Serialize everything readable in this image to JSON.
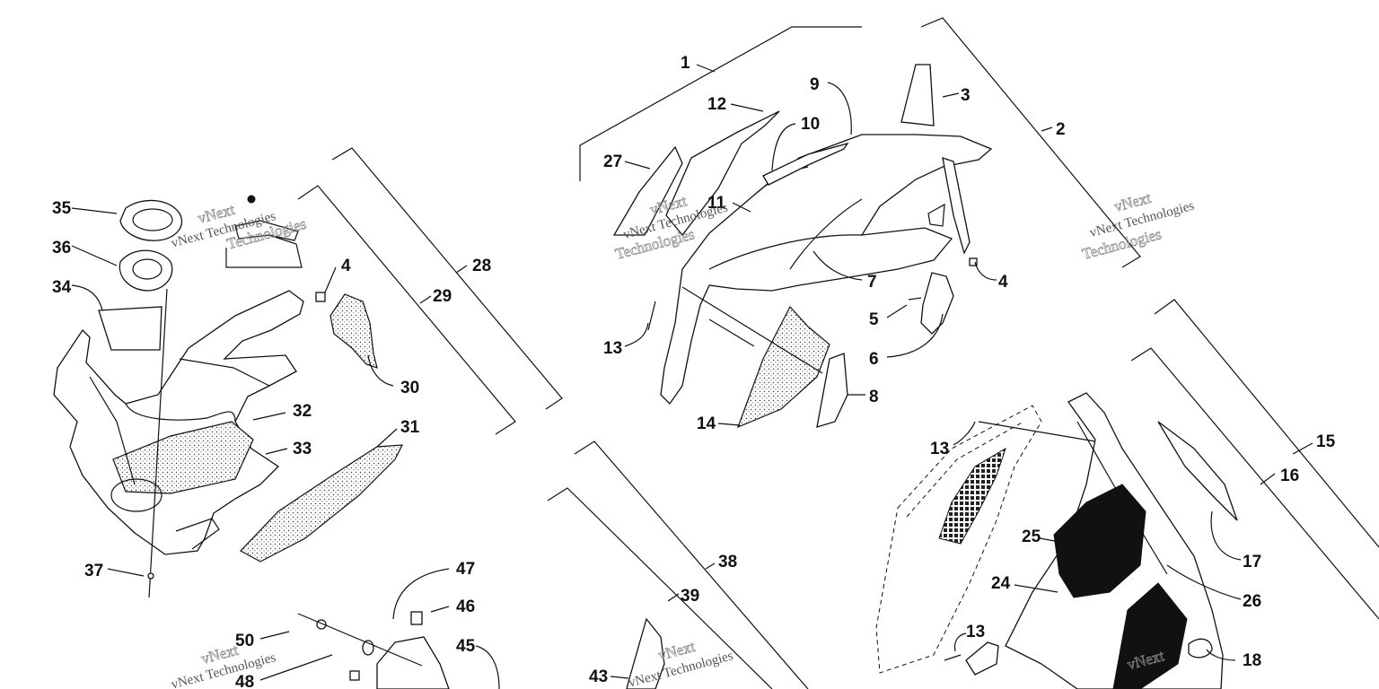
{
  "callouts": [
    {
      "n": "1"
    },
    {
      "n": "2"
    },
    {
      "n": "3"
    },
    {
      "n": "4"
    },
    {
      "n": "4"
    },
    {
      "n": "5"
    },
    {
      "n": "6"
    },
    {
      "n": "7"
    },
    {
      "n": "8"
    },
    {
      "n": "9"
    },
    {
      "n": "10"
    },
    {
      "n": "11"
    },
    {
      "n": "12"
    },
    {
      "n": "13"
    },
    {
      "n": "13"
    },
    {
      "n": "13"
    },
    {
      "n": "14"
    },
    {
      "n": "15"
    },
    {
      "n": "16"
    },
    {
      "n": "17"
    },
    {
      "n": "18"
    },
    {
      "n": "24"
    },
    {
      "n": "25"
    },
    {
      "n": "26"
    },
    {
      "n": "27"
    },
    {
      "n": "28"
    },
    {
      "n": "29"
    },
    {
      "n": "30"
    },
    {
      "n": "31"
    },
    {
      "n": "32"
    },
    {
      "n": "33"
    },
    {
      "n": "34"
    },
    {
      "n": "35"
    },
    {
      "n": "36"
    },
    {
      "n": "37"
    },
    {
      "n": "38"
    },
    {
      "n": "39"
    },
    {
      "n": "43"
    },
    {
      "n": "45"
    },
    {
      "n": "46"
    },
    {
      "n": "47"
    },
    {
      "n": "48"
    },
    {
      "n": "50"
    }
  ],
  "watermark": {
    "line1": "vNext",
    "line2": "vNext Technologies",
    "line3": "Technologies"
  },
  "colors": {
    "ink": "#111111",
    "watermark": "#8a8a8a",
    "background": "#ffffff"
  }
}
